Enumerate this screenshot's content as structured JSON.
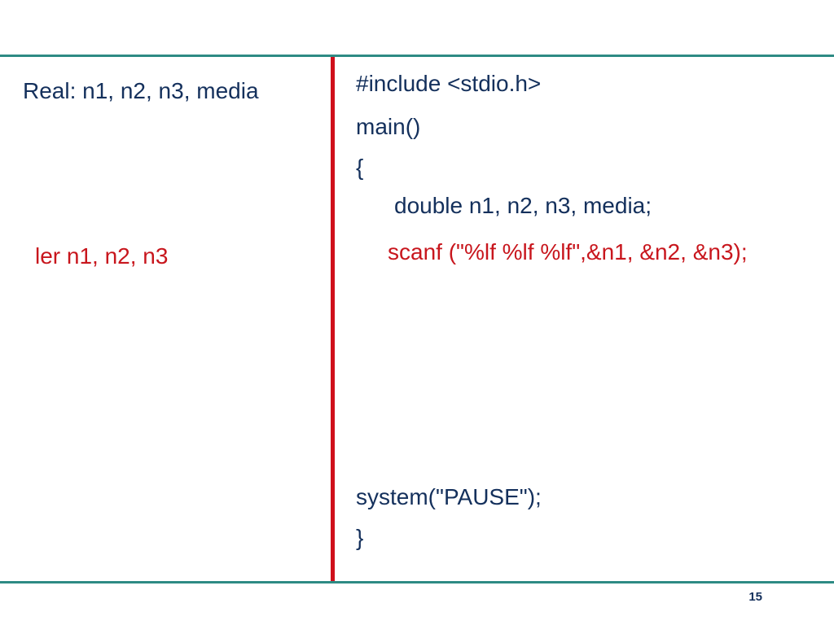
{
  "pseudocode": {
    "declaration": "Real: n1, n2, n3, media",
    "read": "ler n1, n2, n3"
  },
  "code": {
    "include": "#include <stdio.h>",
    "main": "main()",
    "open_brace": "{",
    "declaration": "double n1, n2, n3, media;",
    "scanf": "scanf (\"%lf %lf %lf\",&n1, &n2, &n3);",
    "system": "system(\"PAUSE\");",
    "close_brace": "}"
  },
  "footer": {
    "page_number": "15"
  },
  "colors": {
    "rule": "#2e8b84",
    "divider": "#d0101c",
    "text": "#14305c",
    "highlight": "#c8161d"
  }
}
